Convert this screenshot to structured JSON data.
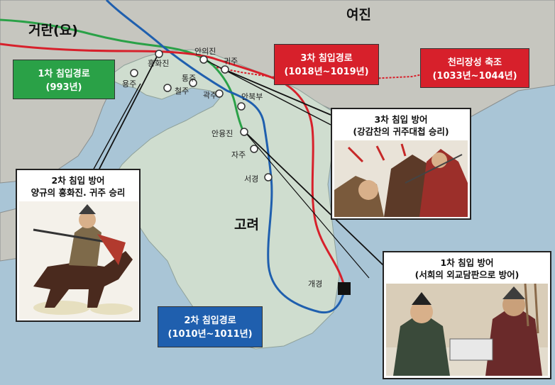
{
  "labels": {
    "georan": "거란(요)",
    "yeojin": "여진",
    "goryeo": "고려"
  },
  "places": {
    "heunghwajin": "흥화진",
    "yongju": "용주",
    "tongju": "통주",
    "cheolju": "철주",
    "gwakju": "곽주",
    "anuijin": "안의진",
    "gwiju": "귀주",
    "anbukbu": "안북부",
    "anyungjin": "안융진",
    "jaju": "자주",
    "seogyeong": "서경",
    "gaegyeong": "개경"
  },
  "routes": {
    "first": {
      "title": "1차 침입경로",
      "years": "(993년)",
      "color": "#2aa147"
    },
    "second": {
      "title": "2차 침입경로",
      "years": "(1010년~1011년)",
      "color": "#1f5fae"
    },
    "third": {
      "title": "3차 침입경로",
      "years": "(1018년~1019년)",
      "color": "#d7202b"
    },
    "wall": {
      "title": "천리장성 축조",
      "years": "(1033년~1044년)",
      "color": "#d7202b"
    }
  },
  "panels": {
    "defense1": {
      "title": "1차 침입 방어",
      "desc": "(서희의 외교담판으로 방어)"
    },
    "defense2": {
      "title": "2차 침입 방어",
      "desc": "양규의 흥화진. 귀주 승리"
    },
    "defense3": {
      "title": "3차 침입 방어",
      "desc": "(강감찬의 귀주대첩 승리)"
    }
  }
}
